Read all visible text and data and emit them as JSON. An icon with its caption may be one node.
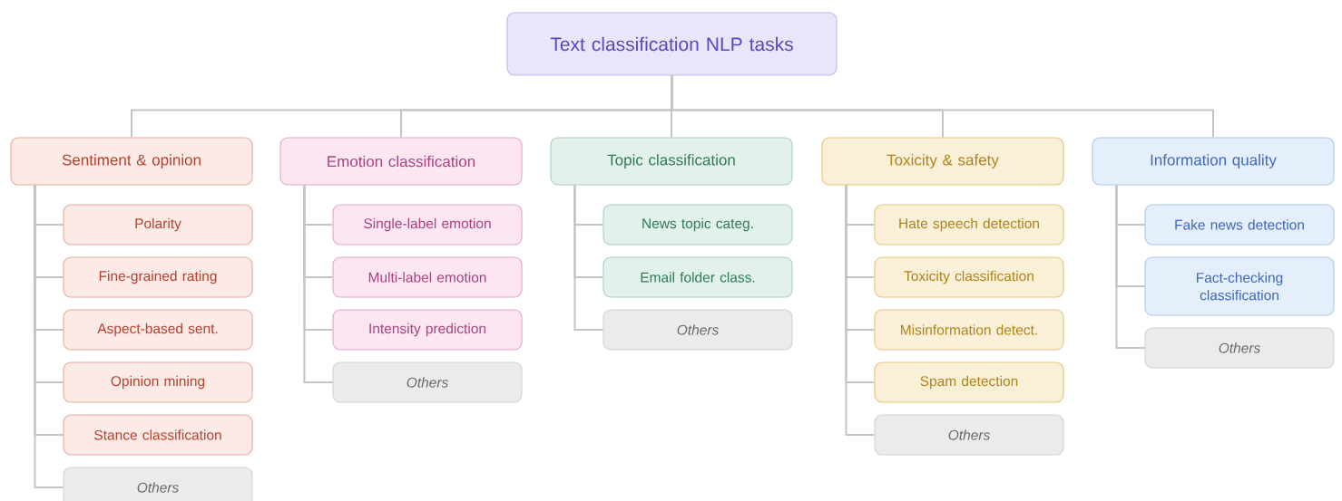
{
  "diagram": {
    "nodes": [
      {
        "text": [
          "Text classification NLP tasks"
        ]
      },
      {
        "text": [
          "Sentiment & opinion"
        ]
      },
      {
        "text": [
          "Polarity"
        ]
      },
      {
        "text": [
          "Fine-grained rating"
        ]
      },
      {
        "text": [
          "Aspect-based sent."
        ]
      },
      {
        "text": [
          "Opinion mining"
        ]
      },
      {
        "text": [
          "Stance classification"
        ]
      },
      {
        "text": [
          "Others"
        ]
      },
      {
        "text": [
          "Emotion classification"
        ]
      },
      {
        "text": [
          "Single-label emotion"
        ]
      },
      {
        "text": [
          "Multi-label emotion"
        ]
      },
      {
        "text": [
          "Intensity prediction"
        ]
      },
      {
        "text": [
          "Others"
        ]
      },
      {
        "text": [
          "Topic classification"
        ]
      },
      {
        "text": [
          "News topic categ."
        ]
      },
      {
        "text": [
          "Email folder class."
        ]
      },
      {
        "text": [
          "Others"
        ]
      },
      {
        "text": [
          "Toxicity & safety"
        ]
      },
      {
        "text": [
          "Hate speech detection"
        ]
      },
      {
        "text": [
          "Toxicity classification"
        ]
      },
      {
        "text": [
          "Misinformation detect."
        ]
      },
      {
        "text": [
          "Spam detection"
        ]
      },
      {
        "text": [
          "Others"
        ]
      },
      {
        "text": [
          "Information quality"
        ]
      },
      {
        "text": [
          "Fake news detection"
        ]
      },
      {
        "text": [
          "Fact-checking classification"
        ]
      },
      {
        "text": [
          "Others"
        ]
      }
    ],
    "edges": [
      {
        "from": 0,
        "to": 1,
        "arrow": "none"
      },
      {
        "from": 0,
        "to": 8,
        "arrow": "none"
      },
      {
        "from": 0,
        "to": 13,
        "arrow": "none"
      },
      {
        "from": 0,
        "to": 17,
        "arrow": "none"
      },
      {
        "from": 0,
        "to": 23,
        "arrow": "none"
      },
      {
        "from": 1,
        "to": 2,
        "arrow": "none"
      },
      {
        "from": 1,
        "to": 3,
        "arrow": "none"
      },
      {
        "from": 1,
        "to": 4,
        "arrow": "none"
      },
      {
        "from": 1,
        "to": 5,
        "arrow": "none"
      },
      {
        "from": 1,
        "to": 6,
        "arrow": "none"
      },
      {
        "from": 1,
        "to": 7,
        "arrow": "none"
      },
      {
        "from": 8,
        "to": 9,
        "arrow": "none"
      },
      {
        "from": 8,
        "to": 10,
        "arrow": "none"
      },
      {
        "from": 8,
        "to": 11,
        "arrow": "none"
      },
      {
        "from": 8,
        "to": 12,
        "arrow": "none"
      },
      {
        "from": 13,
        "to": 14,
        "arrow": "none"
      },
      {
        "from": 13,
        "to": 15,
        "arrow": "none"
      },
      {
        "from": 13,
        "to": 16,
        "arrow": "none"
      },
      {
        "from": 17,
        "to": 18,
        "arrow": "none"
      },
      {
        "from": 17,
        "to": 19,
        "arrow": "none"
      },
      {
        "from": 17,
        "to": 20,
        "arrow": "none"
      },
      {
        "from": 17,
        "to": 21,
        "arrow": "none"
      },
      {
        "from": 17,
        "to": 22,
        "arrow": "none"
      },
      {
        "from": 23,
        "to": 24,
        "arrow": "none"
      },
      {
        "from": 23,
        "to": 25,
        "arrow": "none"
      },
      {
        "from": 23,
        "to": 26,
        "arrow": "none"
      }
    ]
  }
}
